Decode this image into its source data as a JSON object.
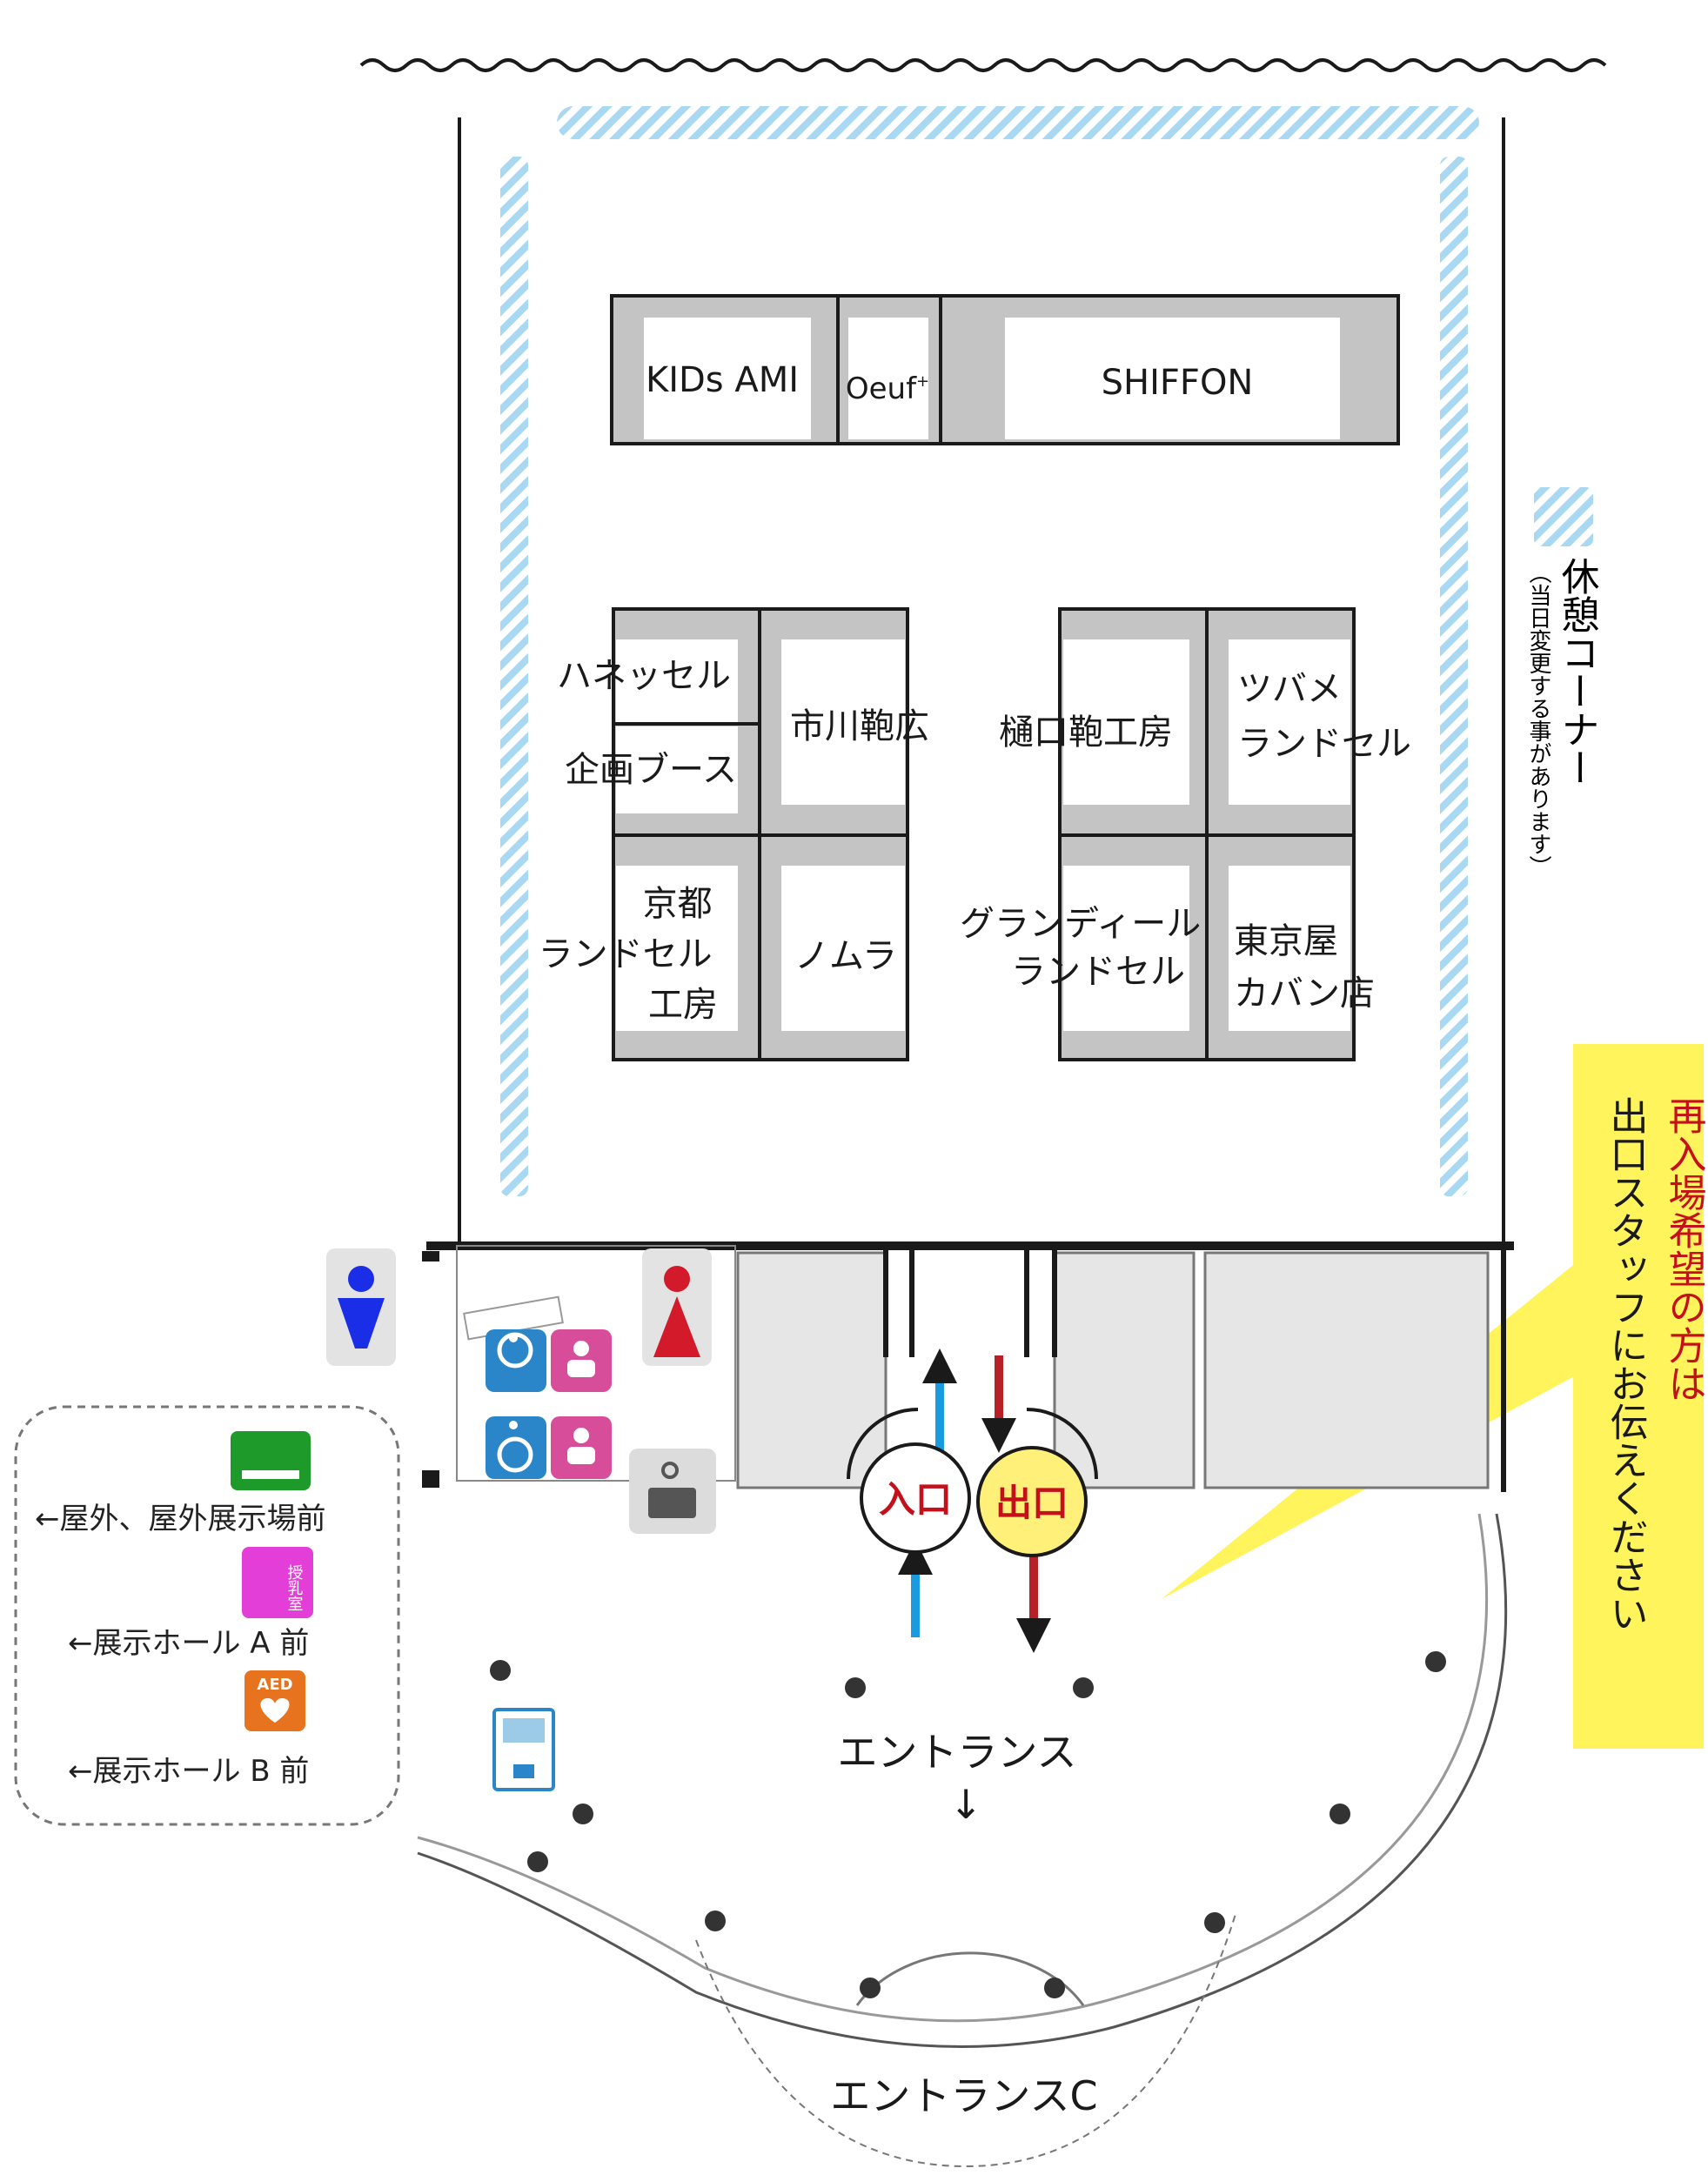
{
  "booths": {
    "kids_ami": "KIDs AMI",
    "oeuf": "Oeuf",
    "oeuf_mark": "+",
    "shiffon": "SHIFFON",
    "hanesseru": "ハネッセル",
    "kikaku_booth": "企画ブース",
    "ichikawa": "市川鞄広",
    "kyoto_line1": "京都",
    "kyoto_line2": "ランドセル",
    "kyoto_line3": "工房",
    "nomura": "ノムラ",
    "higuchi": "樋口鞄工房",
    "tsubame_line1": "ツバメ",
    "tsubame_line2": "ランドセル",
    "grandille_line1": "グランディール",
    "grandille_line2": "ランドセル",
    "tokyoya_line1": "東京屋",
    "tokyoya_line2": "カバン店"
  },
  "legend_rest": {
    "title": "休憩コーナー",
    "note": "（当日変更する事があります）"
  },
  "reentry_note": {
    "line1": "再入場希望の方は",
    "line2": "出口スタッフにお伝えください"
  },
  "gates": {
    "entrance": "入口",
    "exit": "出口"
  },
  "areas": {
    "entrance": "エントランス",
    "entrance_arrow": "↓",
    "entrance_c": "エントランスC"
  },
  "facility_legend": {
    "smoking": "←屋外、屋外展示場前",
    "nursing_icon": "授乳室",
    "nursing": "←展示ホール A 前",
    "aed_icon": "AED",
    "aed": "←展示ホール B 前"
  },
  "colors": {
    "rest_stripe": "#a9d8f2",
    "booth_gray": "#c4c4c4",
    "note_yellow": "#fff45c",
    "entrance_arrow": "#1a9be0",
    "exit_arrow": "#b82028",
    "exit_circle": "#fff07a",
    "red_text": "#c4101a",
    "toilet_male": "#1a2ee8",
    "toilet_female": "#d21a2a",
    "wheelchair": "#2a86c8",
    "baby": "#d84d9a",
    "smoking": "#1e9a2a",
    "nursing_pink": "#e43ed8",
    "aed_orange": "#e8731e"
  }
}
